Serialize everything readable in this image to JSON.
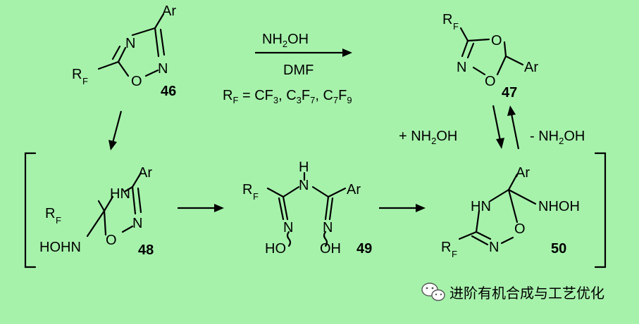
{
  "compounds": [
    {
      "id": "46"
    },
    {
      "id": "47"
    },
    {
      "id": "48"
    },
    {
      "id": "49"
    },
    {
      "id": "50"
    }
  ],
  "atoms": {
    "N": "N",
    "O": "O",
    "Ar": "Ar",
    "R": "R",
    "F": "F",
    "HN": "HN",
    "NH": "NH",
    "H": "H",
    "NHOH": "NHOH",
    "HOHN": "HOHN",
    "HO": "HO",
    "OH": "OH"
  },
  "conditions": {
    "reagent_pre": "NH",
    "reagent_sub": "2",
    "reagent_post": "OH",
    "solvent": "DMF",
    "rf_def_prefix": "R",
    "rf_def_sub": "F",
    "rf_def_eq": " = CF",
    "cf3_sub": "3",
    "c3_text": ", C",
    "c3_sub": "3",
    "f7_text": "F",
    "f7_sub": "7",
    "c7_text": ", C",
    "c7_sub": "7",
    "f9_text": "F",
    "f9_sub": "9"
  },
  "equilibrium": {
    "forward_pre": "+ NH",
    "forward_sub": "2",
    "forward_post": "OH",
    "reverse_pre": "- NH",
    "reverse_sub": "2",
    "reverse_post": "OH"
  },
  "watermark": {
    "text": "进阶有机合成与工艺优化",
    "icon": "wechat-icon"
  }
}
